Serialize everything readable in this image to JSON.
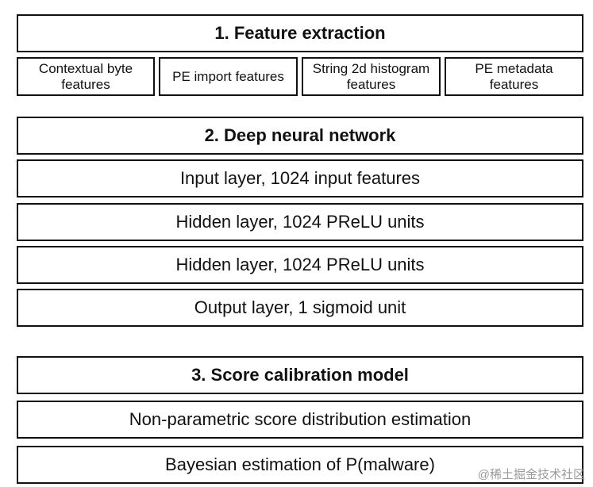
{
  "stage1": {
    "title": "1. Feature extraction",
    "features": [
      "Contextual byte\nfeatures",
      "PE import features",
      "String 2d histogram\nfeatures",
      "PE metadata\nfeatures"
    ]
  },
  "stage2": {
    "title": "2. Deep neural network",
    "layers": [
      "Input layer, 1024 input features",
      "Hidden layer, 1024 PReLU units",
      "Hidden layer, 1024 PReLU units",
      "Output layer, 1 sigmoid unit"
    ]
  },
  "stage3": {
    "title": "3. Score calibration model",
    "steps": [
      "Non-parametric score distribution estimation",
      "Bayesian estimation of P(malware)"
    ]
  },
  "watermark": "@稀土掘金技术社区"
}
